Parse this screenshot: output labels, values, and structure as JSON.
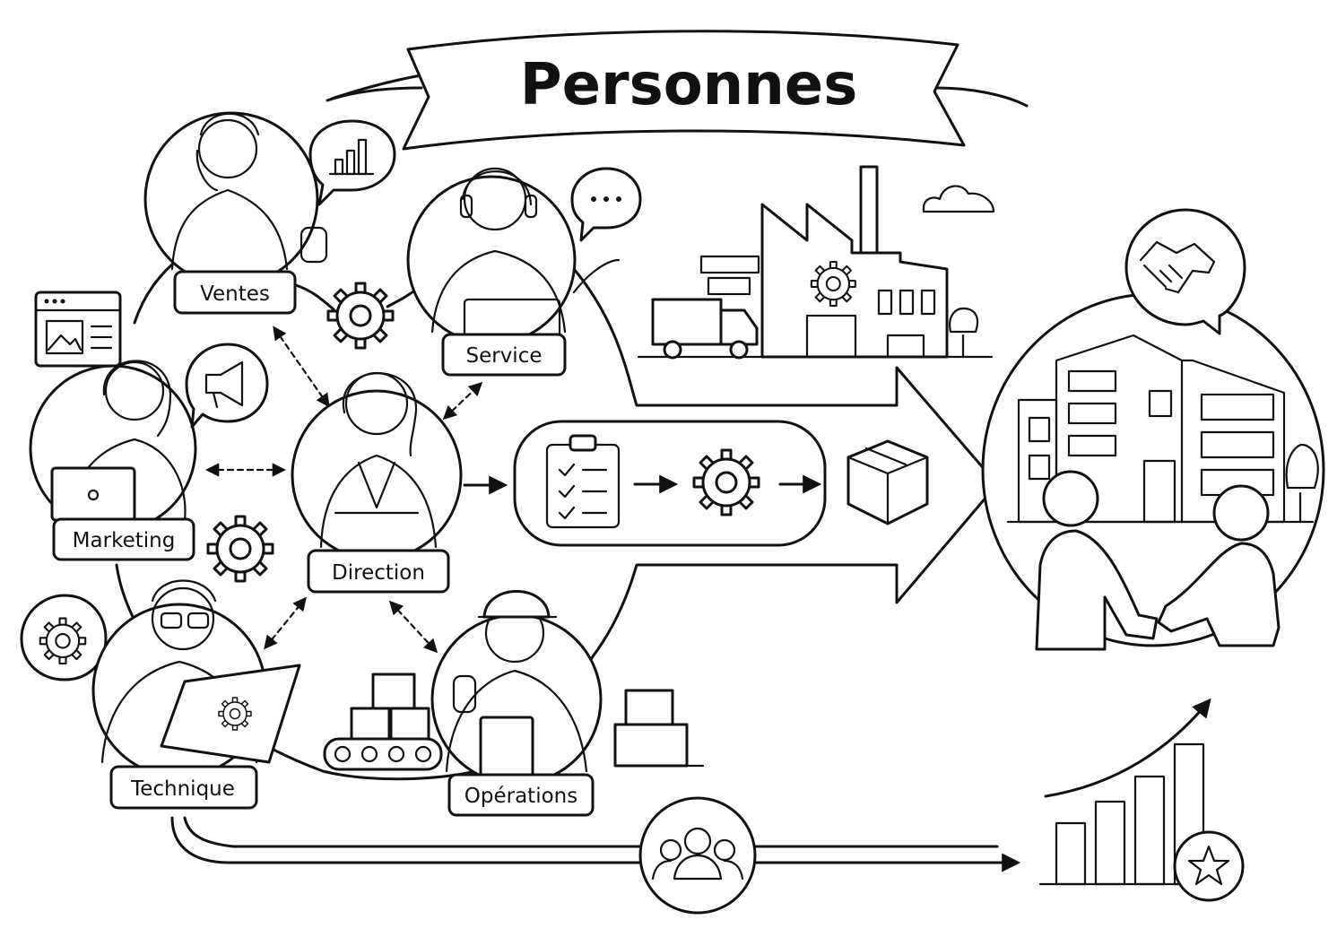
{
  "title": "Personnes",
  "roles": {
    "ventes": "Ventes",
    "service": "Service",
    "marketing": "Marketing",
    "direction": "Direction",
    "technique": "Technique",
    "operations": "Opérations"
  },
  "icons": {
    "gear": "gear-icon",
    "chart": "bar-chart-icon",
    "chat": "speech-bubble-icon",
    "megaphone": "megaphone-icon",
    "handshake": "handshake-icon",
    "team": "team-icon",
    "star": "star-icon",
    "checklist": "clipboard-checklist-icon",
    "box": "package-box-icon",
    "truck": "delivery-truck-icon",
    "factory": "factory-icon",
    "office": "office-building-icon"
  }
}
